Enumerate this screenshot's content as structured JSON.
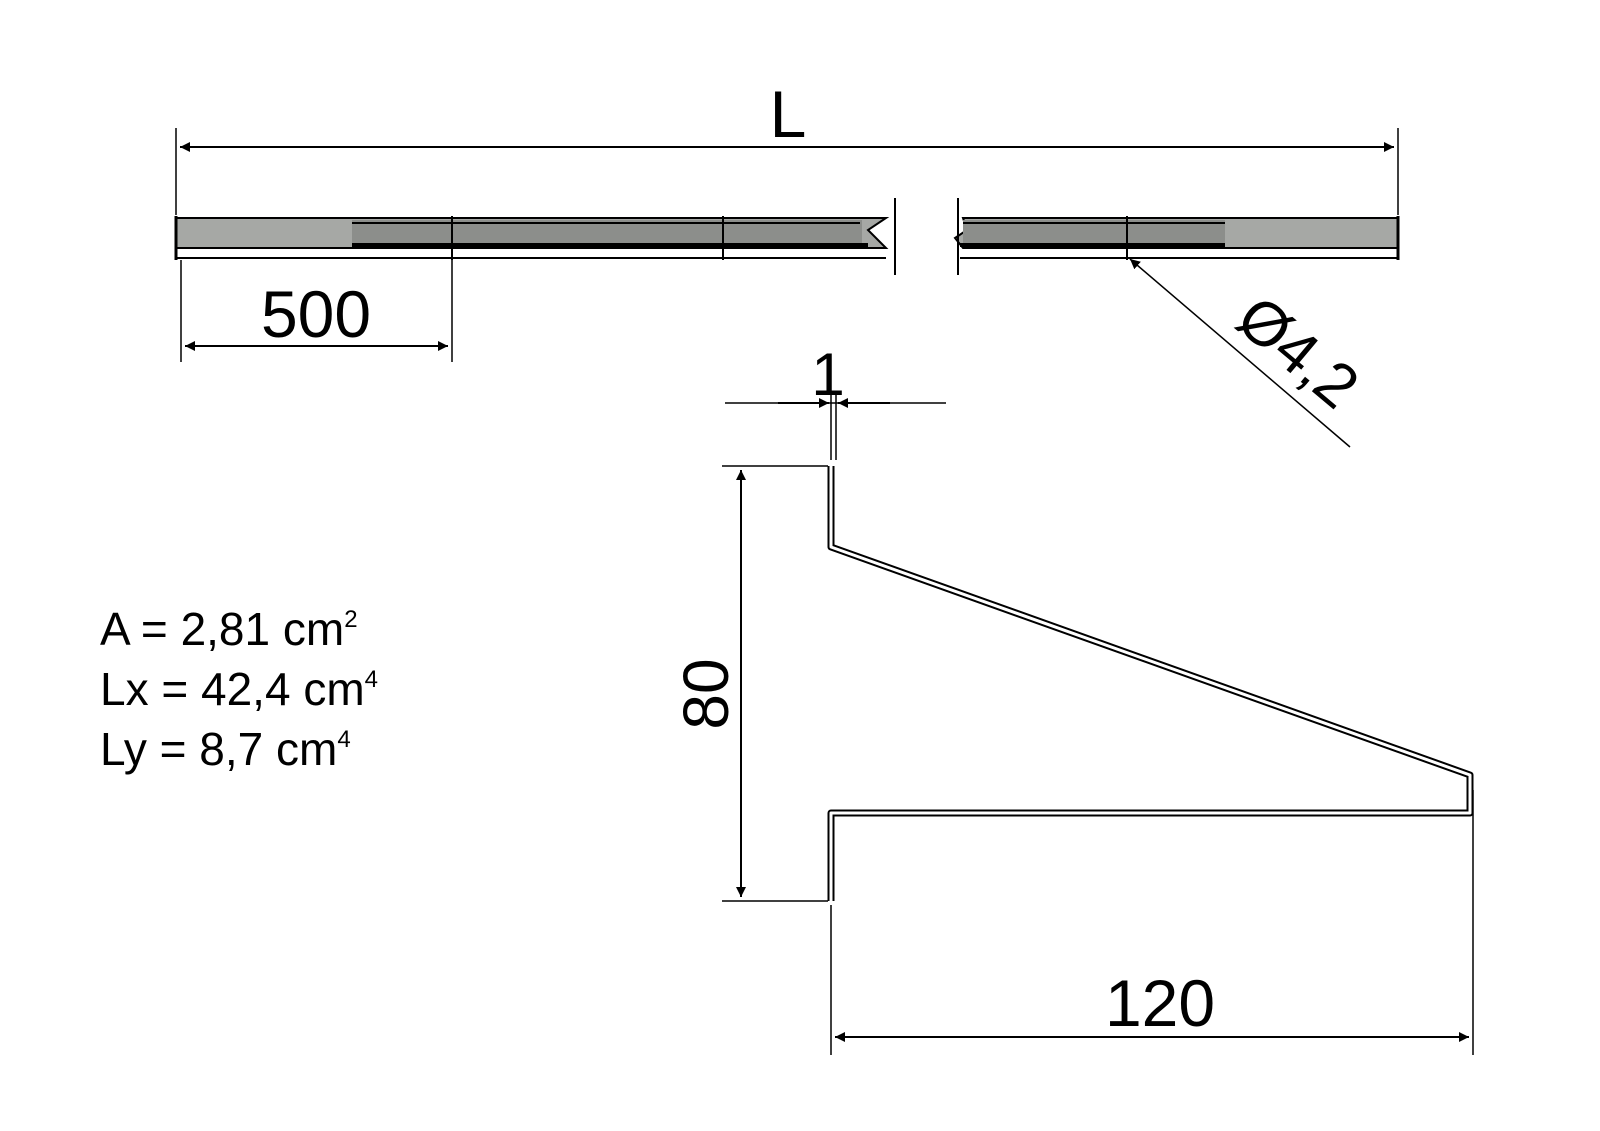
{
  "dimensions": {
    "length": "L",
    "bar_spacing": "500",
    "hole_diameter": "Ø4,2",
    "thickness": "1",
    "height": "80",
    "width": "120"
  },
  "properties": [
    {
      "label": "A = 2,81 cm",
      "exponent": "2"
    },
    {
      "label": "Lx = 42,4 cm",
      "exponent": "4"
    },
    {
      "label": "Ly = 8,7 cm",
      "exponent": "4"
    }
  ],
  "colors": {
    "line": "#000000",
    "bar_fill": "#a6a8a5",
    "bar_band": "#8c8e8b"
  }
}
